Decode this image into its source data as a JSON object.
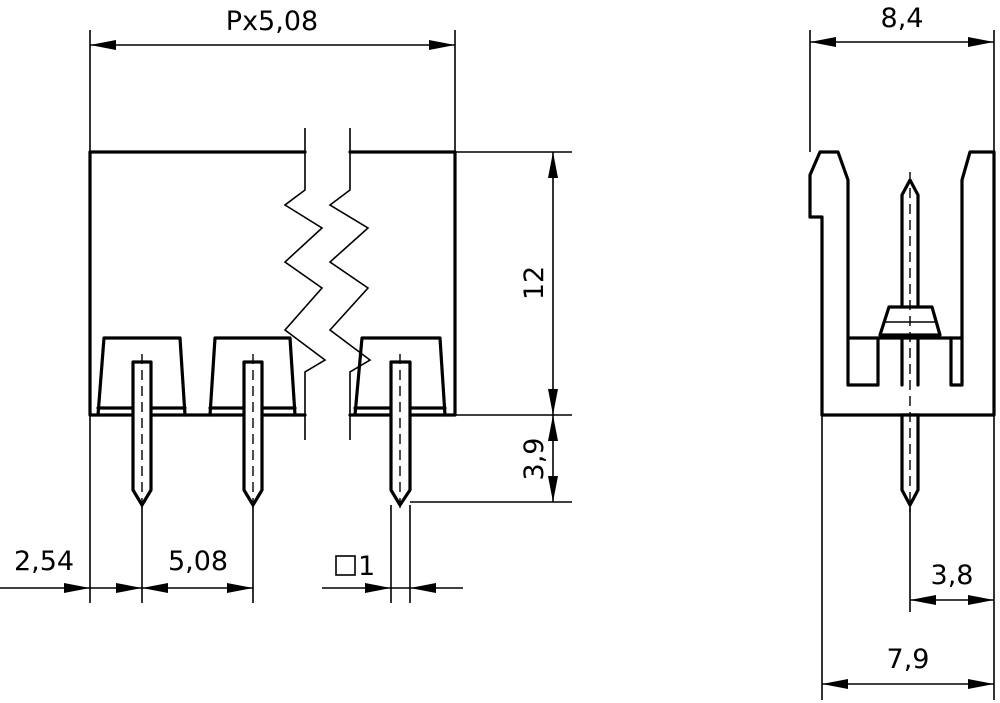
{
  "drawing": {
    "dimensions": {
      "pitch_total": "Px5,08",
      "width_top": "8,4",
      "height_body": "12",
      "pin_length": "3,9",
      "offset_first_pin": "2,54",
      "pin_pitch": "5,08",
      "pin_square": "1",
      "pin_offset_side": "3,8",
      "width_bottom": "7,9"
    }
  }
}
